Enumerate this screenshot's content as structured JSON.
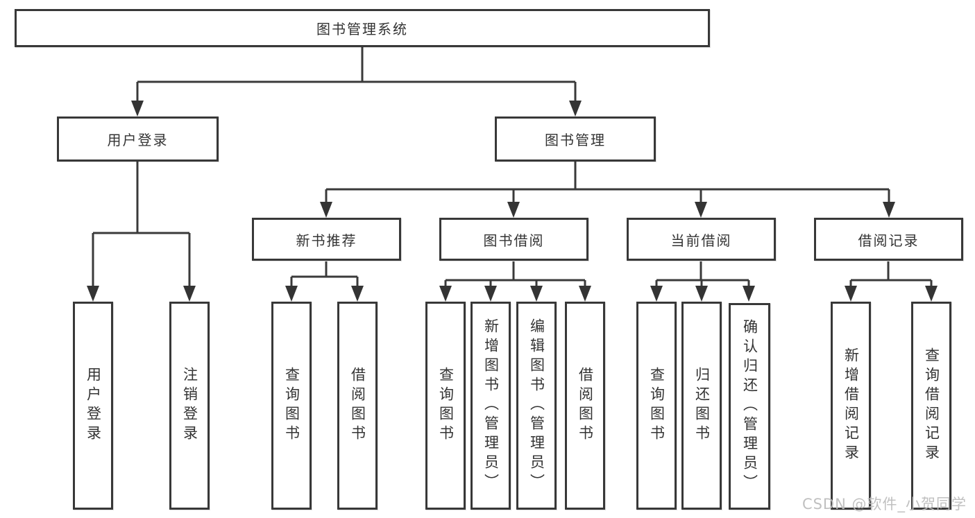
{
  "diagram": {
    "type": "hierarchy-flowchart",
    "root": {
      "label": "图书管理系统",
      "children": [
        {
          "label": "用户登录",
          "children": [
            {
              "label": "用户登录"
            },
            {
              "label": "注销登录"
            }
          ]
        },
        {
          "label": "图书管理",
          "children": [
            {
              "label": "新书推荐",
              "children": [
                {
                  "label": "查询图书"
                },
                {
                  "label": "借阅图书"
                }
              ]
            },
            {
              "label": "图书借阅",
              "children": [
                {
                  "label": "查询图书"
                },
                {
                  "label": "新增图书（管理员）"
                },
                {
                  "label": "编辑图书（管理员）"
                },
                {
                  "label": "借阅图书"
                }
              ]
            },
            {
              "label": "当前借阅",
              "children": [
                {
                  "label": "查询图书"
                },
                {
                  "label": "归还图书"
                },
                {
                  "label": "确认归还（管理员）"
                }
              ]
            },
            {
              "label": "借阅记录",
              "children": [
                {
                  "label": "新增借阅记录"
                },
                {
                  "label": "查询借阅记录"
                }
              ]
            }
          ]
        }
      ]
    },
    "watermark": "CSDN @软件_小贺同学",
    "colors": {
      "line": "#3a3a3a",
      "text": "#333333",
      "background": "#ffffff",
      "watermark": "#bdbdbd"
    }
  }
}
